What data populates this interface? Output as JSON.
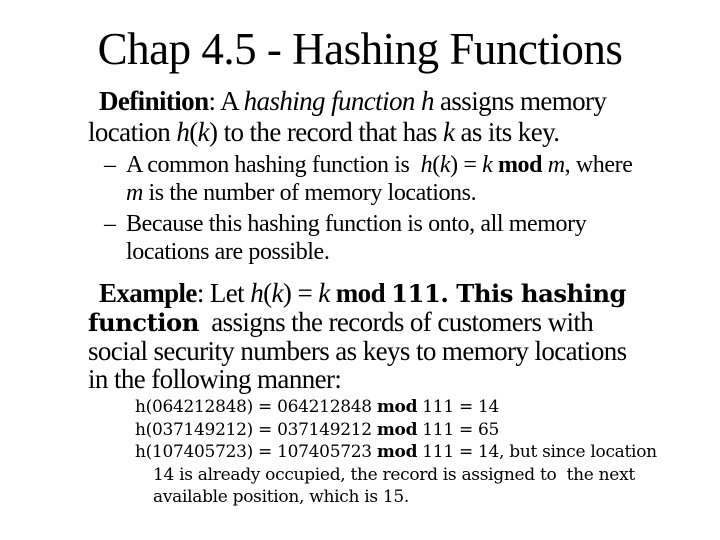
{
  "title": "Chap 4.5 - Hashing Functions",
  "definition": {
    "lines": [
      {
        "runs": [
          {
            "t": "Definition",
            "f": "b"
          },
          {
            "t": ": A "
          },
          {
            "t": "hashing function h",
            "f": "i"
          },
          {
            "t": " assigns memory"
          }
        ]
      },
      {
        "runs": [
          {
            "t": "location "
          },
          {
            "t": "h",
            "f": "i"
          },
          {
            "t": "("
          },
          {
            "t": "k",
            "f": "i"
          },
          {
            "t": ") to the record that has "
          },
          {
            "t": "k",
            "f": "i"
          },
          {
            "t": " as its key."
          }
        ]
      }
    ]
  },
  "bullets": [
    {
      "marker": "–",
      "lines": [
        {
          "runs": [
            {
              "t": "A common hashing function is  "
            },
            {
              "t": "h",
              "f": "i"
            },
            {
              "t": "("
            },
            {
              "t": "k",
              "f": "i"
            },
            {
              "t": ") = "
            },
            {
              "t": "k",
              "f": "i"
            },
            {
              "t": " "
            },
            {
              "t": "mod",
              "f": "b"
            },
            {
              "t": " "
            },
            {
              "t": "m",
              "f": "i"
            },
            {
              "t": ", where"
            }
          ]
        },
        {
          "runs": [
            {
              "t": "m",
              "f": "i"
            },
            {
              "t": " is the number of memory locations."
            }
          ]
        }
      ]
    },
    {
      "marker": "–",
      "lines": [
        {
          "runs": [
            {
              "t": "Because this hashing function is onto, all memory"
            }
          ]
        },
        {
          "runs": [
            {
              "t": "locations are possible."
            }
          ]
        }
      ]
    }
  ],
  "example": {
    "lines": [
      {
        "runs": [
          {
            "t": "Example",
            "f": "b"
          },
          {
            "t": ": Let "
          },
          {
            "t": "h",
            "f": "i"
          },
          {
            "t": "("
          },
          {
            "t": "k",
            "f": "i"
          },
          {
            "t": ") = "
          },
          {
            "t": "k",
            "f": "i"
          },
          {
            "t": " "
          },
          {
            "t": "mod",
            "f": "b"
          },
          {
            "t": " "
          },
          {
            "t": "111. This hashing",
            "f": "e"
          }
        ]
      },
      {
        "runs": [
          {
            "t": "function",
            "f": "e"
          },
          {
            "t": "  assigns the records of customers with"
          }
        ]
      },
      {
        "runs": [
          {
            "t": "social security numbers as keys to memory locations"
          }
        ]
      },
      {
        "runs": [
          {
            "t": "in the following manner:"
          }
        ]
      }
    ]
  },
  "hash_examples": {
    "lines": [
      {
        "runs": [
          {
            "t": "h(064212848) = 064212848 "
          },
          {
            "t": "mod",
            "f": "b"
          },
          {
            "t": " 111 = 14"
          }
        ]
      },
      {
        "runs": [
          {
            "t": "h(037149212) = 037149212 "
          },
          {
            "t": "mod",
            "f": "b"
          },
          {
            "t": " 111 = 65"
          }
        ]
      },
      {
        "runs": [
          {
            "t": "h(107405723) = 107405723 "
          },
          {
            "t": "mod",
            "f": "b"
          },
          {
            "t": " 111 = 14, but since location"
          }
        ]
      },
      {
        "ind": 1,
        "runs": [
          {
            "t": "14 is already occupied, the record is assigned to  the next"
          }
        ]
      },
      {
        "ind": 1,
        "runs": [
          {
            "t": "available position, which is 15."
          }
        ]
      }
    ]
  }
}
